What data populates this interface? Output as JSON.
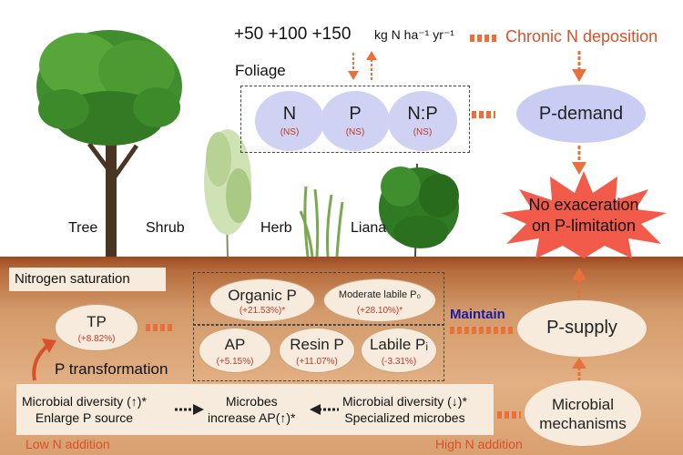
{
  "header": {
    "rates": "+50 +100 +150",
    "unit": "kg N ha⁻¹ yr⁻¹",
    "chronic": "Chronic N deposition"
  },
  "foliage": {
    "label": "Foliage",
    "items": [
      {
        "name": "N",
        "sig": "(NS)"
      },
      {
        "name": "P",
        "sig": "(NS)"
      },
      {
        "name": "N:P",
        "sig": "(NS)"
      }
    ]
  },
  "p_demand": "P-demand",
  "no_exacerbation": [
    "No exaceration",
    "on P-limitation"
  ],
  "plants": [
    "Tree",
    "Shrub",
    "Herb",
    "Liana"
  ],
  "nitrogen_saturation": "Nitrogen saturation",
  "tp": {
    "name": "TP",
    "change": "(+8.82%)"
  },
  "p_transformation": "P transformation",
  "organic_p": {
    "name": "Organic P",
    "change": "(+21.53%)*"
  },
  "moderate_labile": {
    "name": "Moderate labile P₀",
    "change": "(+28.10%)*"
  },
  "ap": {
    "name": "AP",
    "change": "(+5.15%)"
  },
  "resin_p": {
    "name": "Resin P",
    "change": "(+11.07%)"
  },
  "labile_pi": {
    "name": "Labile Pᵢ",
    "change": "(-3.31%)"
  },
  "maintain": "Maintain",
  "p_supply": "P-supply",
  "microbial_mechanisms": [
    "Microbial",
    "mechanisms"
  ],
  "bottom": {
    "left": [
      "Microbial diversity (↑)*",
      "Enlarge P source"
    ],
    "middle": [
      "Microbes",
      "increase AP(↑)*"
    ],
    "right": [
      "Microbial diversity (↓)*",
      "Specialized microbes"
    ]
  },
  "low_n": "Low N addition",
  "high_n": "High N addition",
  "colors": {
    "accent": "#e8703a",
    "red_text": "#c0392b",
    "foliage": "#cfd2f3",
    "demand": "#c9cdf4",
    "burst": "#f25a4a",
    "maintain": "#1a1aa8"
  }
}
